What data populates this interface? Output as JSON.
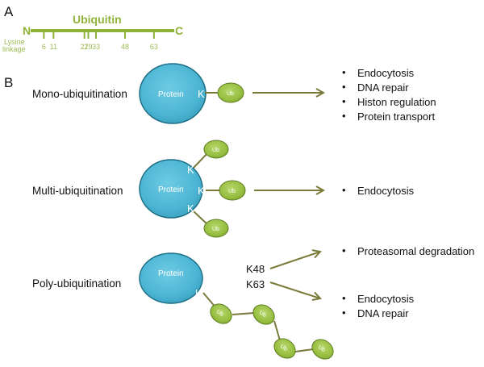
{
  "panel_a": {
    "label": "A",
    "title": "Ubiquitin",
    "n_terminus": "N",
    "c_terminus": "C",
    "lysine_label_line1": "Lysine",
    "lysine_label_line2": "linkage",
    "lysines": [
      "6",
      "11",
      "27",
      "29",
      "33",
      "48",
      "63"
    ]
  },
  "panel_b": {
    "label": "B",
    "protein_label": "Protein",
    "lysine_symbol": "K",
    "ub_label": "Ub",
    "rows": [
      {
        "name": "Mono-ubiquitination",
        "outcomes": [
          "Endocytosis",
          "DNA repair",
          "Histon regulation",
          "Protein transport"
        ]
      },
      {
        "name": "Multi-ubiquitination",
        "outcomes": [
          "Endocytosis"
        ]
      },
      {
        "name": "Poly-ubiquitination",
        "linkages": [
          {
            "label": "K48",
            "outcomes": [
              "Proteasomal degradation"
            ]
          },
          {
            "label": "K63",
            "outcomes": [
              "Endocytosis",
              "DNA repair"
            ]
          }
        ]
      }
    ],
    "bullet": "•"
  },
  "colors": {
    "ubiquitin_green": "#8fb339",
    "protein_blue": "#4db8d6",
    "protein_stroke": "#1d6e86",
    "ub_fill": "#9cc247",
    "ub_stroke": "#5f7d22",
    "arrow": "#7a7a3a"
  }
}
